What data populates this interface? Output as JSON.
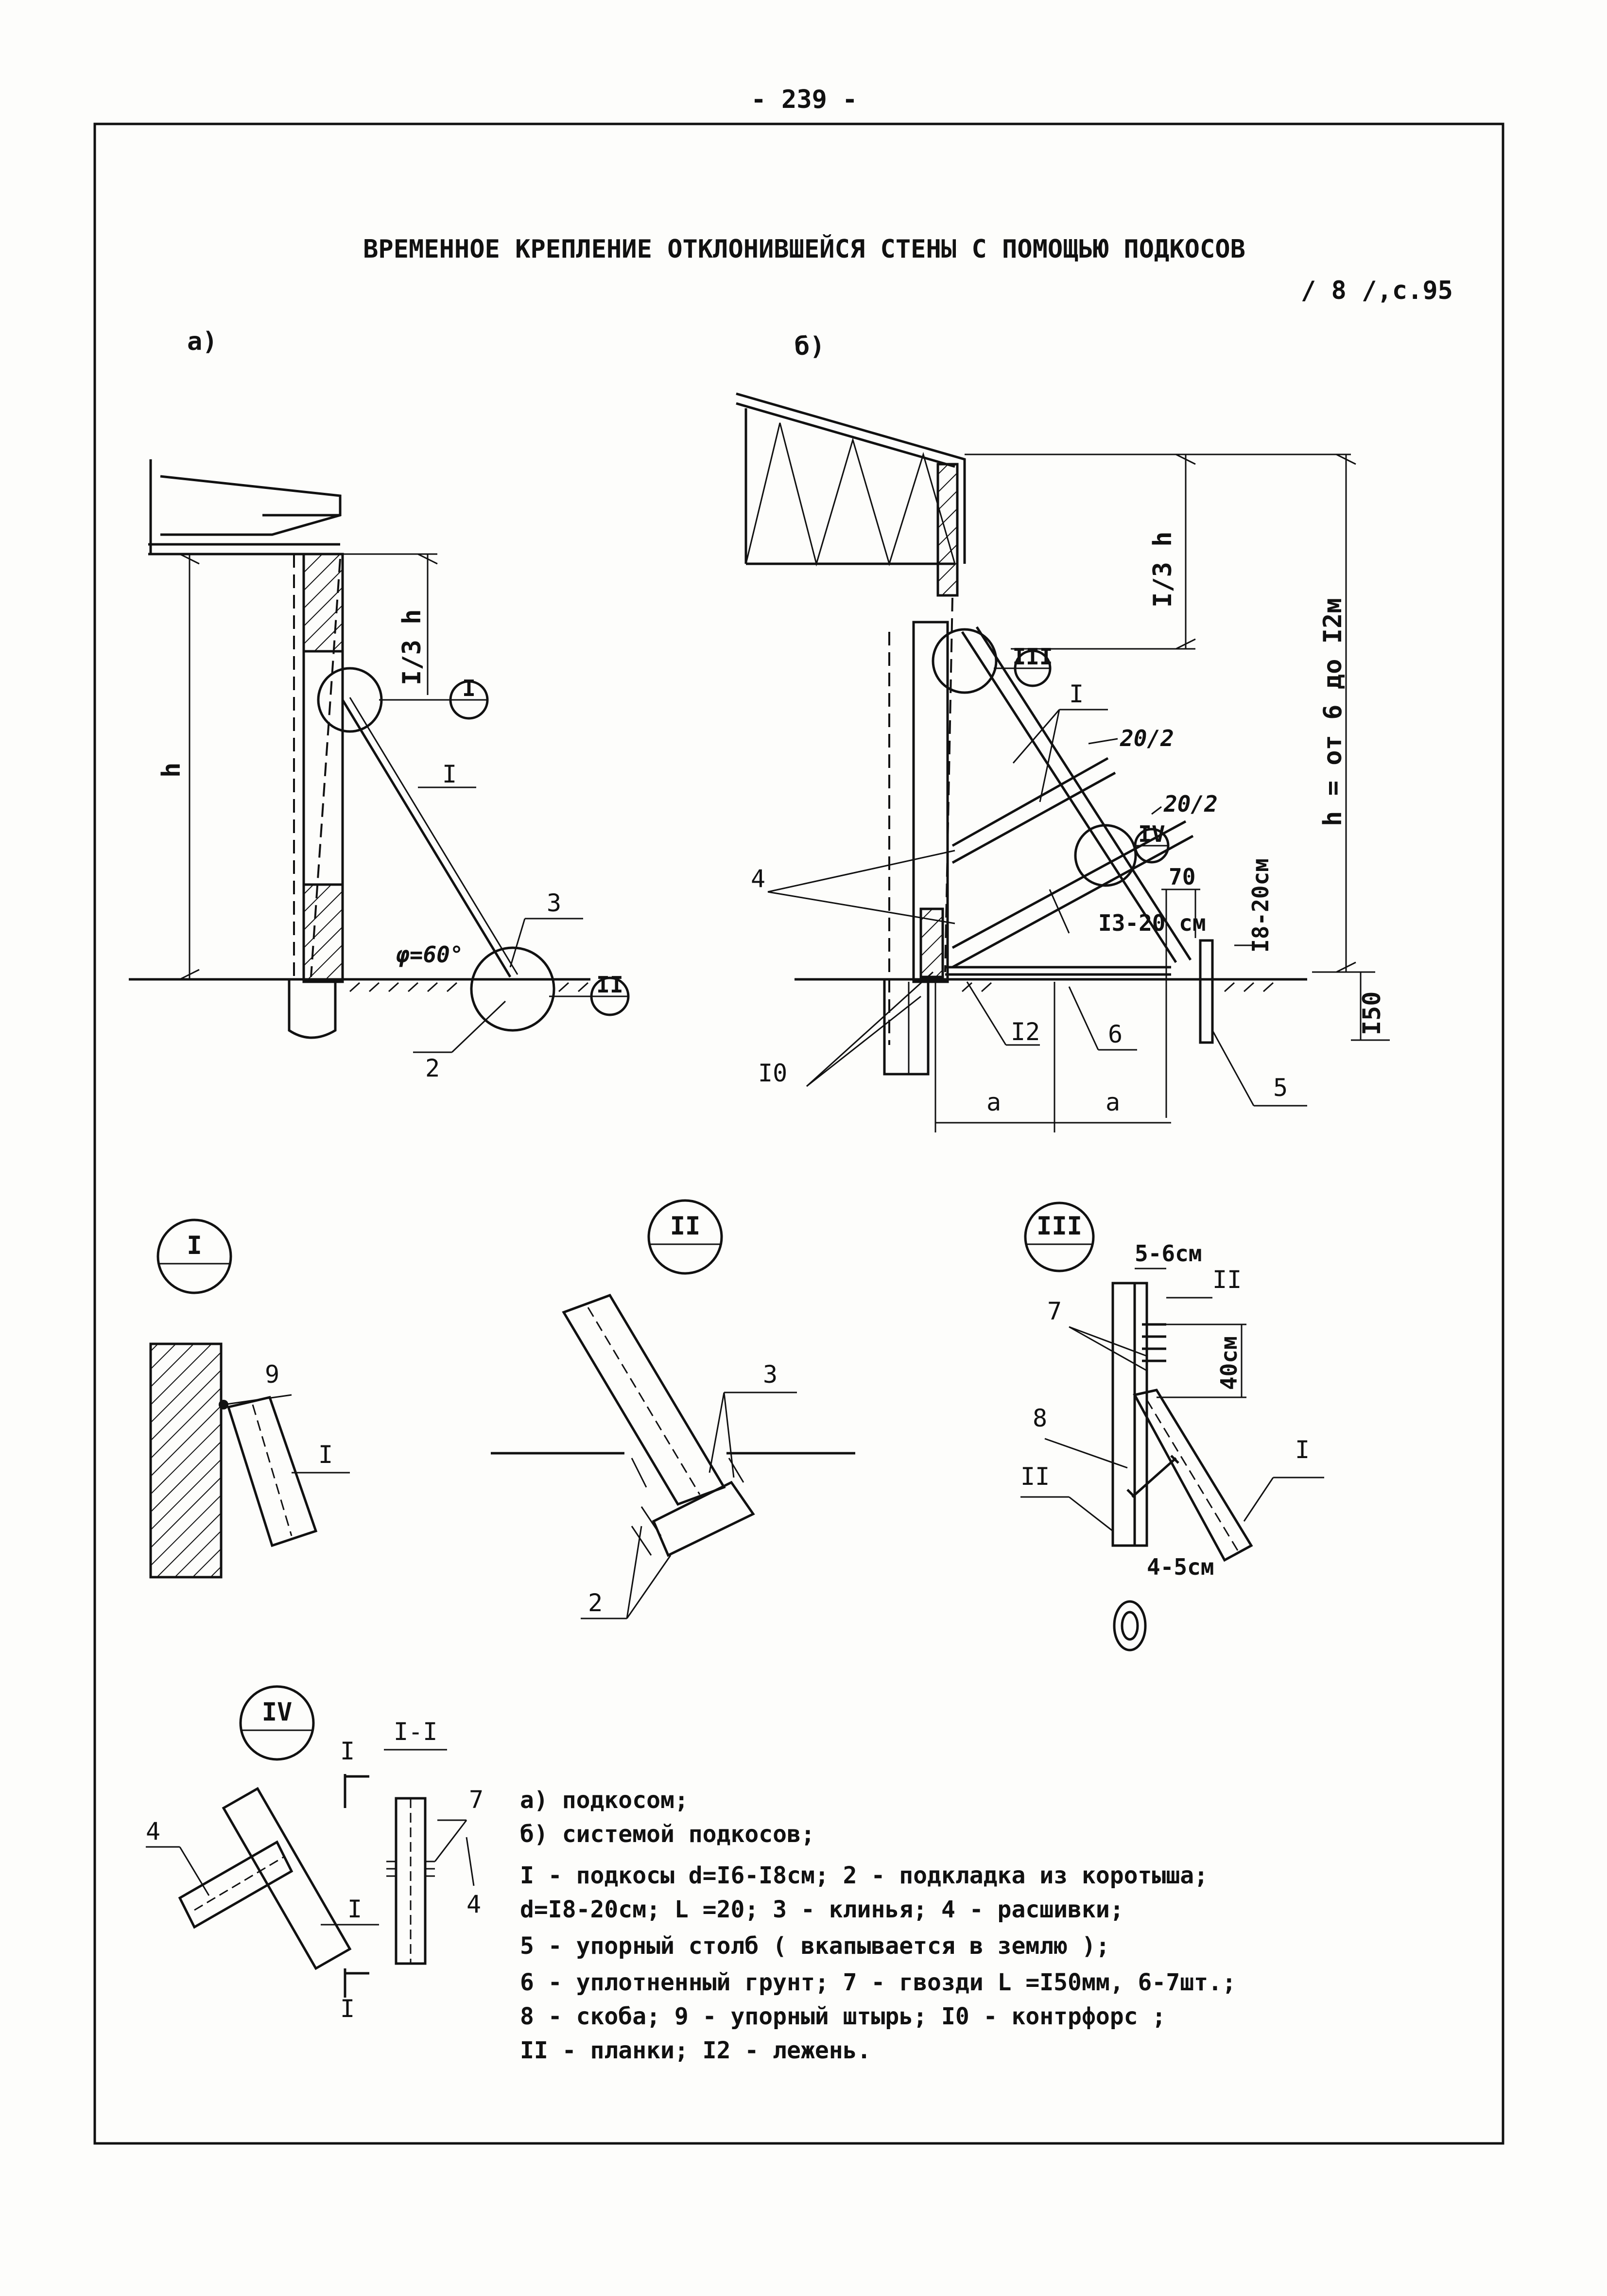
{
  "page_number": "- 239 -",
  "title": "ВРЕМЕННОЕ КРЕПЛЕНИЕ ОТКЛОНИВШЕЙСЯ СТЕНЫ С ПОМОЩЬЮ ПОДКОСОВ",
  "reference": "/ 8 /,с.95",
  "fig_a": {
    "label": "а)",
    "h": "h",
    "third_h": "I/3 h",
    "angle": "φ=60°",
    "callouts": [
      "I",
      "2",
      "3"
    ],
    "nodes": [
      "I",
      "II"
    ]
  },
  "fig_b": {
    "label": "б)",
    "third_h": "I/3 h",
    "height_range": "h = от 6 до I2м",
    "dims": [
      "20/2",
      "20/2",
      "I3-20 см",
      "70",
      "I8-20см",
      "I50"
    ],
    "callouts": [
      "I",
      "4",
      "I0",
      "I2",
      "6",
      "5"
    ],
    "nodes": [
      "III",
      "IV"
    ],
    "spacing": [
      "а",
      "а"
    ]
  },
  "detail_I": {
    "node": "I",
    "callouts": [
      "9",
      "I"
    ]
  },
  "detail_II": {
    "node": "II",
    "callouts": [
      "3",
      "2"
    ]
  },
  "detail_III": {
    "node": "III",
    "dims": [
      "5-6см",
      "40см",
      "4-5см"
    ],
    "callouts": [
      "II",
      "7",
      "8",
      "II",
      "I"
    ]
  },
  "detail_IV": {
    "node": "IV",
    "section_title": "I-I",
    "section_marks": [
      "I",
      "I"
    ],
    "callouts": [
      "4",
      "I",
      "7",
      "4"
    ]
  },
  "legend": [
    "а) подкосом;",
    "б) системой подкосов;",
    "I - подкосы d=I6-I8см;  2 - подкладка из коротыша;",
    "d=I8-20см; L =20;   3 - клинья;   4 - расшивки;",
    "5 - упорный столб ( вкапывается в землю );",
    "6 - уплотненный грунт;   7 - гвозди L =I50мм, 6-7шт.;",
    "8 - скоба;   9 - упорный штырь; I0 - контрфорс ;",
    "II - планки; I2 - лежень."
  ]
}
